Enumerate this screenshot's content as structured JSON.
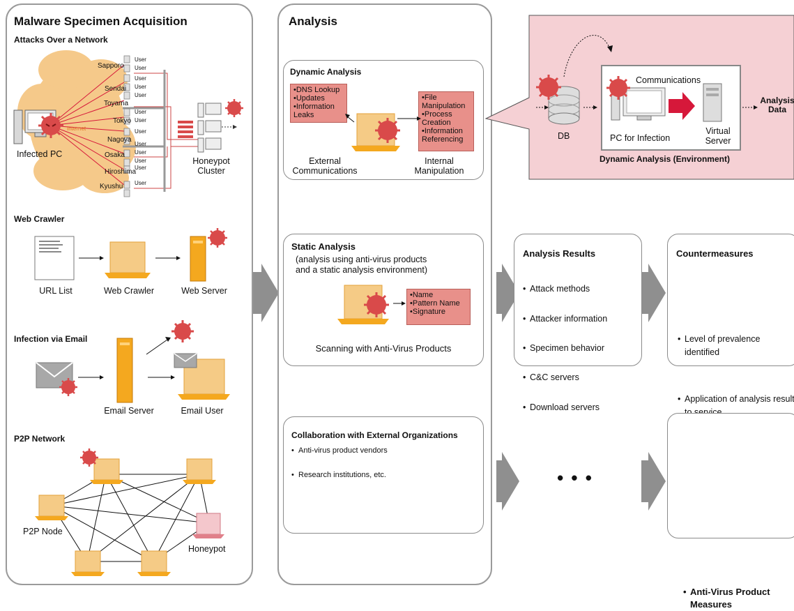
{
  "acquisition": {
    "title": "Malware Specimen Acquisition",
    "network": {
      "title": "Attacks Over a Network",
      "infected_pc": "Infected PC",
      "internet": "Internet",
      "cities": [
        "Sapporo",
        "Sendai",
        "Toyama",
        "Tokyo",
        "Nagoya",
        "Osaka",
        "Hiroshima",
        "Kyushu"
      ],
      "user": "User",
      "honeypot_cluster": "Honeypot\nCluster"
    },
    "web": {
      "title": "Web Crawler",
      "url_list": "URL List",
      "crawler": "Web Crawler",
      "server": "Web Server"
    },
    "email": {
      "title": "Infection via Email",
      "server": "Email Server",
      "user": "Email User"
    },
    "p2p": {
      "title": "P2P Network",
      "node": "P2P Node",
      "honeypot": "Honeypot"
    }
  },
  "analysis": {
    "title": "Analysis",
    "dynamic": {
      "title": "Dynamic Analysis",
      "left_items": [
        "DNS Lookup",
        "Updates",
        "Information Leaks"
      ],
      "right_items": [
        "File Manipulation",
        "Process Creation",
        "Information Referencing"
      ],
      "external": "External\nCommunications",
      "internal": "Internal\nManipulation"
    },
    "static": {
      "title": "Static Analysis",
      "subtitle": "(analysis using anti-virus products\nand a static analysis environment)",
      "items": [
        "Name",
        "Pattern Name",
        "Signature"
      ],
      "caption": "Scanning with Anti-Virus Products"
    },
    "collab": {
      "title": "Collaboration with External Organizations",
      "items": [
        "Anti-virus product vendors",
        "Research institutions, etc."
      ]
    }
  },
  "environment": {
    "title": "Dynamic Analysis (Environment)",
    "db": "DB",
    "communications": "Communications",
    "pc_for_infection": "PC for Infection",
    "virtual_server": "Virtual\nServer",
    "analysis_data": "Analysis\nData"
  },
  "results": {
    "title": "Analysis Results",
    "items": [
      "Attack methods",
      "Attacker information",
      "Specimen behavior",
      "C&C servers",
      "Download servers"
    ]
  },
  "countermeasures": {
    "title": "Countermeasures",
    "items": [
      "Level of prevalence identified",
      "Application of analysis results to service"
    ]
  },
  "av_measures": {
    "label": "Anti-Virus Product Measures"
  },
  "ellipsis": "• • •",
  "colors": {
    "laptop": "#f5cb86",
    "laptop_edge": "#e3a13a",
    "server": "#f4a81f",
    "cloud": "#f5c98a",
    "virus": "#d94a4a",
    "pink_panel": "#f5d0d4",
    "red_box": "#e8908a",
    "arrow_gray": "#8f8f8f",
    "red_arrow": "#d6183a"
  }
}
